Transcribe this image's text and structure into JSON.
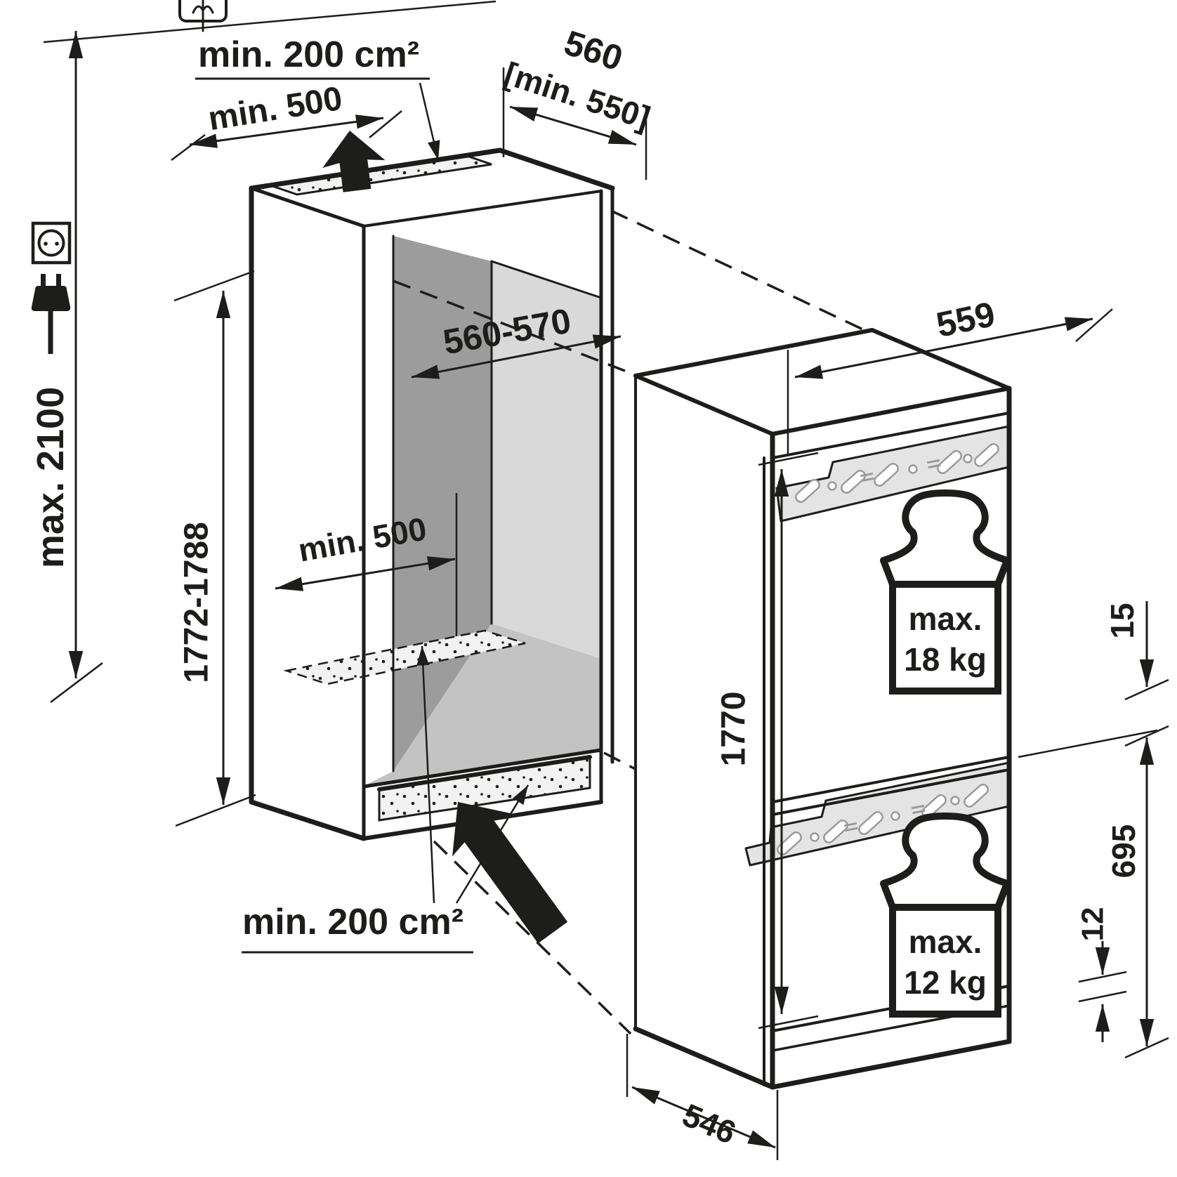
{
  "figure": {
    "kind": "technical-installation-diagram",
    "subject": "built-in fridge-freezer niche and appliance dimensions"
  },
  "dimensions": {
    "niche_height_max": "max. 2100",
    "niche_height_range": "1772-1788",
    "top_vent_area": "min. 200 cm²",
    "top_vent_depth": "min. 500",
    "niche_depth": "560",
    "niche_depth_min": "[min. 550]",
    "niche_width": "560-570",
    "base_depth_min": "min. 500",
    "bottom_vent_area": "min. 200 cm²",
    "appliance_depth_top": "559",
    "appliance_height": "1770",
    "door_top_offset": "15",
    "lower_door_height": "695",
    "door_bottom_offset": "12",
    "appliance_depth_bottom": "546"
  },
  "weights": {
    "upper": {
      "line1": "max.",
      "line2": "18 kg"
    },
    "lower": {
      "line1": "max.",
      "line2": "12 kg"
    }
  },
  "icons": [
    "ceiling-vent-icon",
    "power-socket-icon",
    "power-plug-icon",
    "weight-icon",
    "airflow-arrow-icon"
  ],
  "colors": {
    "line": "#1d1d1b",
    "inner_side_wall": "#9c9c9c",
    "inner_back_wall": "#d9d9d9",
    "inner_floor": "#c3c3c3",
    "mounting_rail": "#e4e4e4",
    "vent_strip": "#f2f2f2",
    "background": "#ffffff"
  }
}
